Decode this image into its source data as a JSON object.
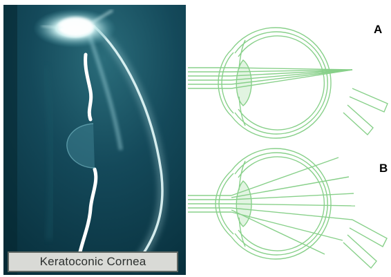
{
  "photo": {
    "caption": "Keratoconic Cornea"
  },
  "diagram": {
    "label_top": "A",
    "label_bottom": "B"
  },
  "colors": {
    "photo_bg": "#0e3b48",
    "cornea_highlight": "#e6fbfb",
    "diagram_line": "#88d08a",
    "lens_fill": "#9ad99a"
  }
}
